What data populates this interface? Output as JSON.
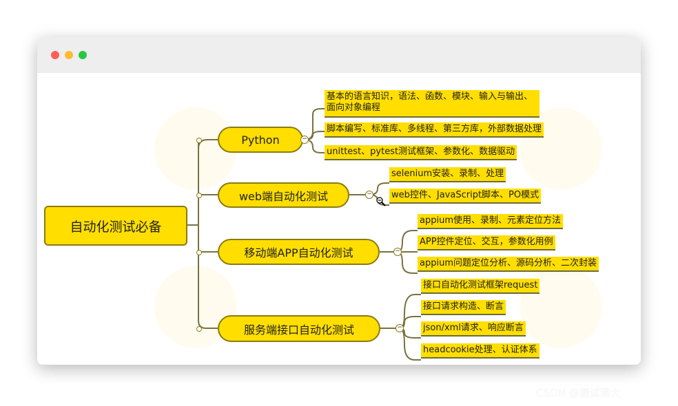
{
  "window": {
    "controls": {
      "close_color": "#ff5f57",
      "minimize_color": "#febc2e",
      "maximize_color": "#28c840"
    }
  },
  "mindmap": {
    "root": "自动化测试必备",
    "branches": [
      {
        "label": "Python",
        "children": [
          "基本的语言知识，语法、函数、模块、输入与输出、面向对象编程",
          "脚本编写、标准库、多线程、第三方库，外部数据处理",
          "unittest、pytest测试框架、参数化、数据驱动"
        ]
      },
      {
        "label": "web端自动化测试",
        "children": [
          "selenium安装、录制、处理",
          "web控件、JavaScript脚本、PO模式"
        ]
      },
      {
        "label": "移动端APP自动化测试",
        "children": [
          "appium使用、录制、元素定位方法",
          "APP控件定位、交互，参数化用例",
          "appium问题定位分析、源码分析、二次封装"
        ]
      },
      {
        "label": "服务端接口自动化测试",
        "children": [
          "接口自动化测试框架request",
          "接口请求构造、断言",
          "json/xml请求、响应断言",
          "headcookie处理、认证体系"
        ]
      }
    ],
    "node_color": "#ffde00",
    "border_color": "#8a7a10",
    "collapse_symbol": "−"
  },
  "watermark": "CSDN @测试猿大"
}
